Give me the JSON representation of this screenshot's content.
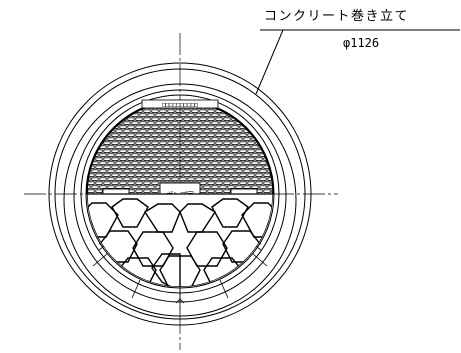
{
  "drawing": {
    "material_label": "コンクリート巻き立て",
    "diameter_label": "φ1126",
    "chamber_label": "ポンプ室",
    "cover_inscription": "□□□□□□□□□□"
  },
  "colors": {
    "line": "#000000",
    "background": "#ffffff"
  }
}
